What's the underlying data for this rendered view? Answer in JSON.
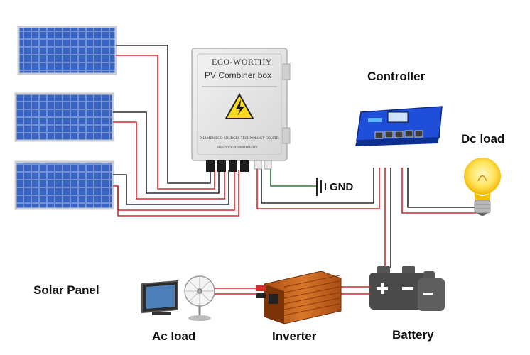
{
  "labels": {
    "controller": "Controller",
    "dc_load": "Dc load",
    "gnd": "GND",
    "solar_panel": "Solar Panel",
    "ac_load": "Ac load",
    "inverter": "Inverter",
    "battery": "Battery"
  },
  "combiner_box": {
    "brand": "ECO-WORTHY",
    "title": "PV Combiner box",
    "company": "XIAMEN ECO-SOURCES TECHNOLOGY CO.,LTD.",
    "website": "http://www.eco-sources.com"
  },
  "colors": {
    "positive_wire": "#d42a2a",
    "negative_wire": "#2a2a2a",
    "ground_wire": "#2e7d32",
    "panel_blue": "#2a4fa8",
    "controller_blue": "#1f4fd8",
    "inverter_orange": "#c8641e"
  }
}
